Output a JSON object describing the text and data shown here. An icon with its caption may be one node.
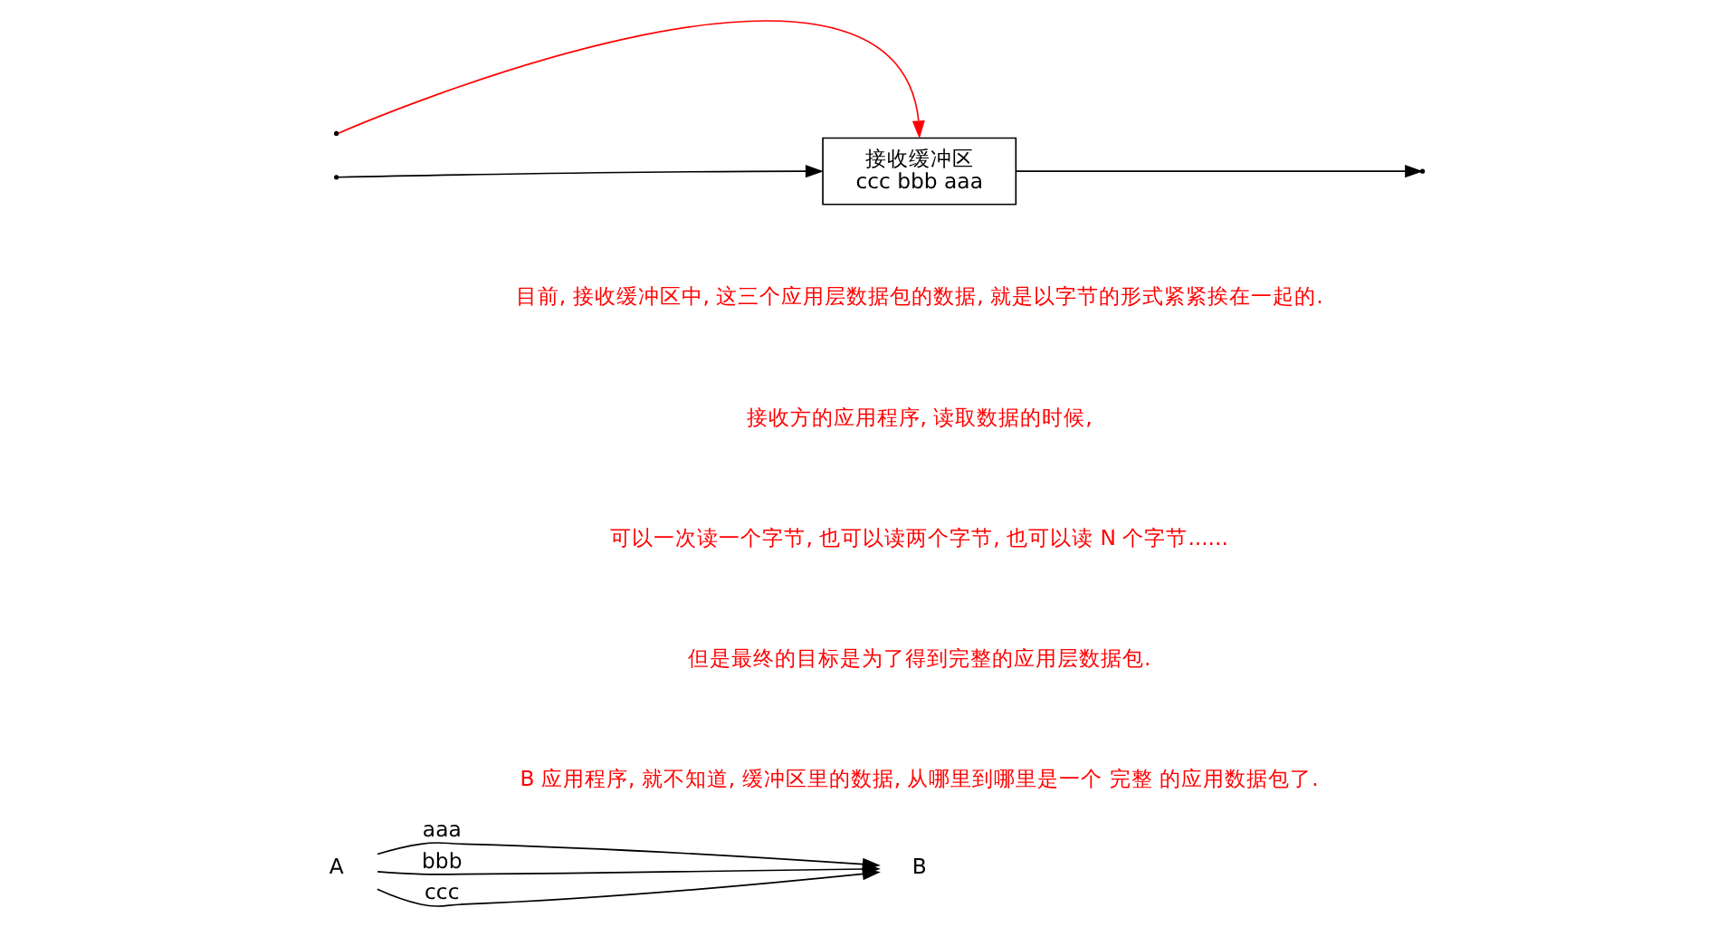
{
  "diagram": {
    "nodes": [
      {
        "text": [
          "A"
        ]
      },
      {
        "text": [
          "B"
        ]
      },
      {
        "text": [
          "接收缓冲区",
          "ccc bbb aaa"
        ]
      }
    ],
    "edges": [
      {
        "from": 0,
        "to": 1,
        "arrow": "to",
        "label": "aaa"
      },
      {
        "from": 0,
        "to": 1,
        "arrow": "to",
        "label": "bbb"
      },
      {
        "from": 0,
        "to": 1,
        "arrow": "to",
        "label": "ccc"
      },
      {
        "from": null,
        "to": 2,
        "arrow": "to",
        "color": "#ff0000"
      },
      {
        "from": null,
        "to": 2,
        "arrow": "to"
      },
      {
        "from": 2,
        "to": null,
        "arrow": "to"
      }
    ],
    "labels": [
      "目前, 接收缓冲区中, 这三个应用层数据包的数据, 就是以字节的形式紧紧挨在一起的.",
      "接收方的应用程序, 读取数据的时候,",
      "可以一次读一个字节, 也可以读两个字节, 也可以读 N 个字节......",
      "但是最终的目标是为了得到完整的应用层数据包.",
      "B 应用程序, 就不知道, 缓冲区里的数据, 从哪里到哪里是一个 完整 的应用数据包了."
    ]
  }
}
